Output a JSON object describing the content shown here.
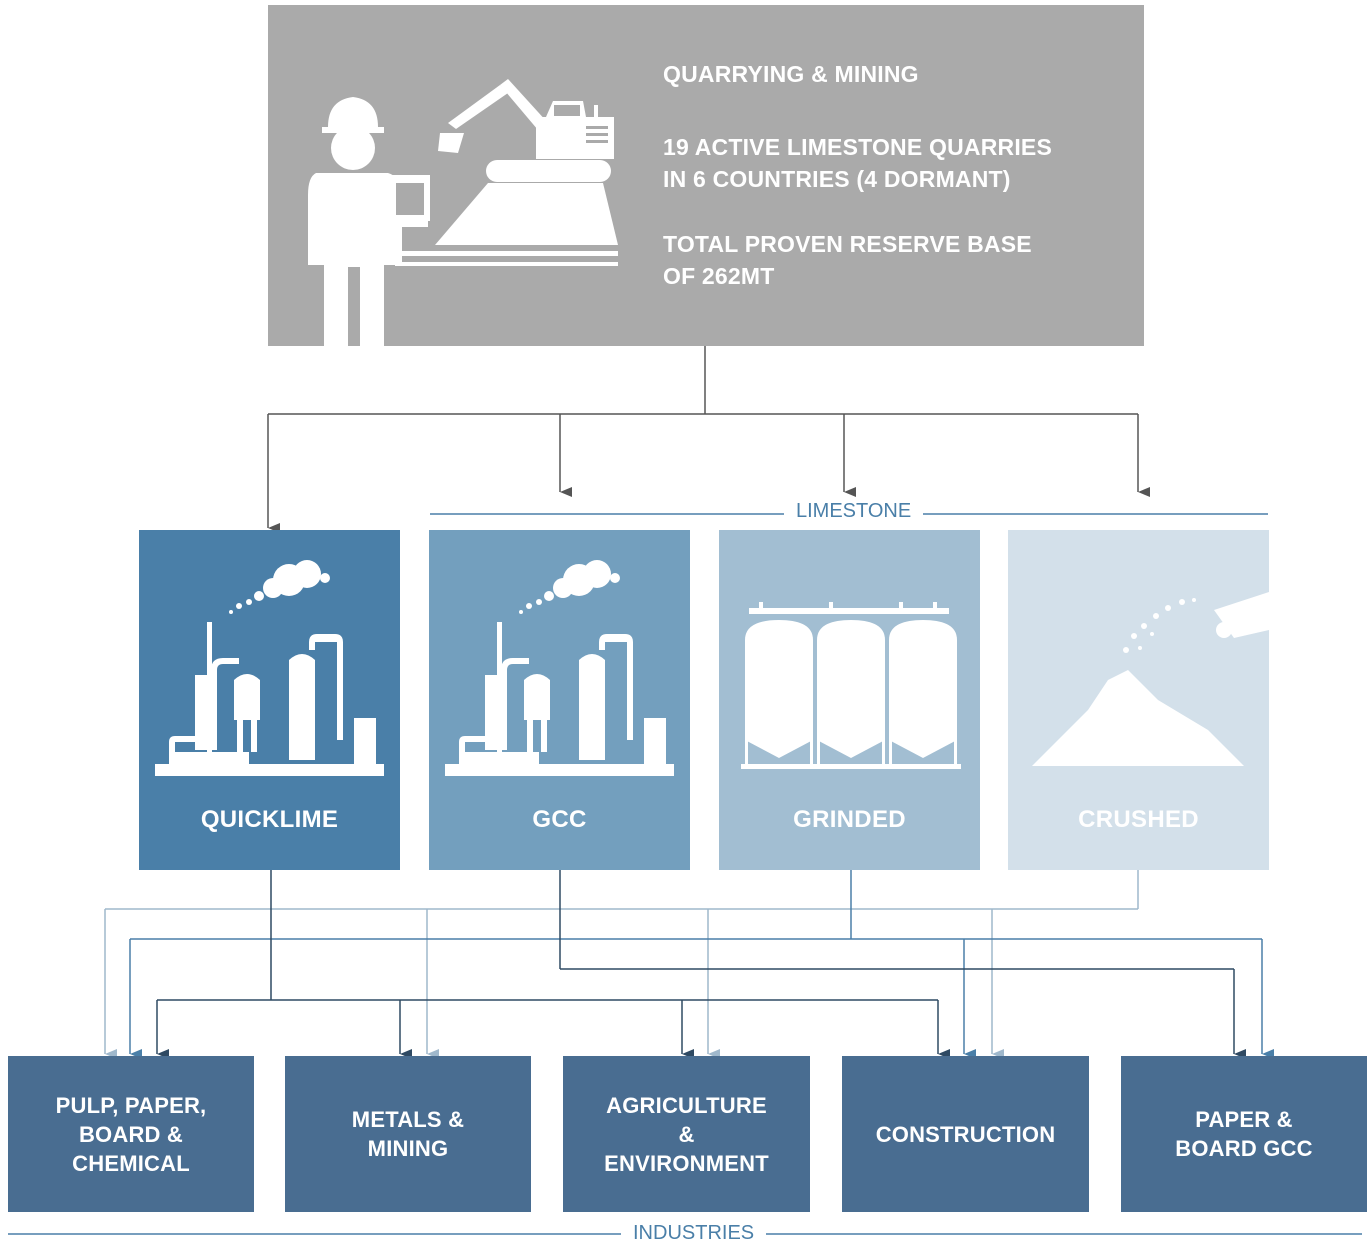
{
  "source": {
    "title": "QUARRYING & MINING",
    "line2a": "19 ACTIVE LIMESTONE QUARRIES",
    "line2b": "IN 6 COUNTRIES (4 DORMANT)",
    "line3a": "TOTAL PROVEN RESERVE BASE",
    "line3b": "OF 262MT"
  },
  "limestone_label": "LIMESTONE",
  "industries_label": "INDUSTRIES",
  "products": [
    {
      "label": "QUICKLIME",
      "color": "#4a7fa8",
      "icon": "factory-icon"
    },
    {
      "label": "GCC",
      "color": "#739fbe",
      "icon": "factory-icon"
    },
    {
      "label": "GRINDED",
      "color": "#a2bed2",
      "icon": "silo-icon"
    },
    {
      "label": "CRUSHED",
      "color": "#d3e0ea",
      "icon": "stockpile-icon"
    }
  ],
  "industries": [
    {
      "line1": "PULP, PAPER,",
      "line2": "BOARD &",
      "line3": "CHEMICAL"
    },
    {
      "line1": "METALS &",
      "line2": "MINING",
      "line3": ""
    },
    {
      "line1": "AGRICULTURE",
      "line2": "&",
      "line3": "ENVIRONMENT"
    },
    {
      "line1": "CONSTRUCTION",
      "line2": "",
      "line3": ""
    },
    {
      "line1": "PAPER &",
      "line2": "BOARD GCC",
      "line3": ""
    }
  ],
  "colors": {
    "source_box": "#aaaaaa",
    "industry_box": "#496d91",
    "connector_dark": "#2f4a63",
    "connector_mid": "#4a7fa8",
    "connector_light": "#9fb8cc",
    "arrow_gray": "#555555"
  }
}
